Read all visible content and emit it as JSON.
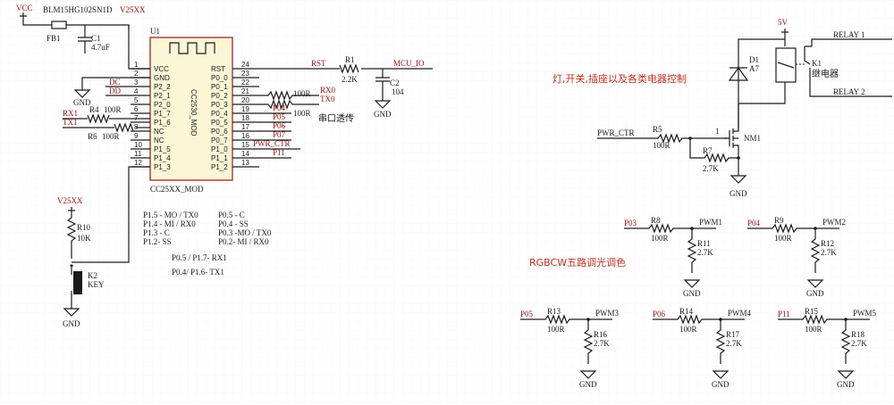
{
  "power": {
    "vcc": "VCC",
    "v25": "V25XX",
    "fb1_part": "BLM15HG102SN1D",
    "fb1_net": "V25XX",
    "fb1": "FB1",
    "c1": "C1",
    "c1_val": "4.7uF",
    "gnd": "GND",
    "v5": "5V"
  },
  "u1": {
    "ref": "U1",
    "body_text": "CC2530_MOD",
    "part": "CC25XX_MOD",
    "left_pins": [
      {
        "num": "1",
        "name": "VCC",
        "net": ""
      },
      {
        "num": "2",
        "name": "GND",
        "net": ""
      },
      {
        "num": "3",
        "name": "P2_2",
        "net": "DC"
      },
      {
        "num": "4",
        "name": "P2_1",
        "net": "DD"
      },
      {
        "num": "5",
        "name": "P2_0",
        "net": ""
      },
      {
        "num": "6",
        "name": "P1_7",
        "net": "RX1"
      },
      {
        "num": "7",
        "name": "P1_6",
        "net": "TX1"
      },
      {
        "num": "8",
        "name": "NC",
        "net": ""
      },
      {
        "num": "9",
        "name": "NC",
        "net": ""
      },
      {
        "num": "10",
        "name": "P1_5",
        "net": ""
      },
      {
        "num": "11",
        "name": "P1_4",
        "net": ""
      },
      {
        "num": "12",
        "name": "P1_3",
        "net": ""
      }
    ],
    "right_pins": [
      {
        "num": "24",
        "name": "RST",
        "net": "RST"
      },
      {
        "num": "23",
        "name": "P0_0",
        "net": ""
      },
      {
        "num": "22",
        "name": "P0_1",
        "net": ""
      },
      {
        "num": "21",
        "name": "P0_2",
        "net": "RX0"
      },
      {
        "num": "20",
        "name": "P0_3",
        "net": "TX0"
      },
      {
        "num": "19",
        "name": "P0_4",
        "net": "P04"
      },
      {
        "num": "18",
        "name": "P0_5",
        "net": "P05"
      },
      {
        "num": "17",
        "name": "P0_6",
        "net": "P06"
      },
      {
        "num": "16",
        "name": "P0_7",
        "net": "P07"
      },
      {
        "num": "15",
        "name": "P1_0",
        "net": "PWR_CTR"
      },
      {
        "num": "14",
        "name": "P1_1",
        "net": "P11"
      },
      {
        "num": "13",
        "name": "P1_2",
        "net": ""
      }
    ]
  },
  "res": {
    "r4": "R4",
    "r4_val": "100R",
    "r6": "R6",
    "r6_val": "100R",
    "r1": "R1",
    "r1_val": "2.2K",
    "c2": "C2",
    "c2_val": "104",
    "mcu_io": "MCU_IO",
    "r_rx": "100R",
    "r_tx": "100R",
    "uart_note": "串口透传",
    "r10": "R10",
    "r10_val": "10K",
    "k2": "K2",
    "k2_val": "KEY"
  },
  "pinmap": {
    "left": [
      "P1.5 - MO / TX0",
      "P1.4 - MI / RX0",
      "P1.3 - C",
      "P1.2- SS"
    ],
    "right": [
      "P0.5 - C",
      "P0.4 - SS",
      "P0.3 -MO / TX0",
      "P0.2- MI / RX0"
    ],
    "alt1": "P0.5 / P1.7- RX1",
    "alt2": "P0.4/ P1.6- TX1"
  },
  "relay": {
    "title": "灯,开关,插座以及各类电器控制",
    "d1": "D1",
    "d1_val": "A7",
    "k1": "K1",
    "k1_val": "继电器",
    "relay1": "RELAY 1",
    "relay2": "RELAY 2",
    "pwr_ctr": "PWR_CTR",
    "r5": "R5",
    "r5_val": "100R",
    "nm1": "NM1",
    "pin1": "1",
    "r7": "R7",
    "r7_val": "2.7K"
  },
  "rgbcw": {
    "title": "RGBCW五路调光调色",
    "channels": [
      {
        "net": "P03",
        "rs": "R8",
        "rs_val": "100R",
        "pwm": "PWM1",
        "rp": "R11",
        "rp_val": "2.7K"
      },
      {
        "net": "P04",
        "rs": "R9",
        "rs_val": "100R",
        "pwm": "PWM2",
        "rp": "R12",
        "rp_val": "2.7K"
      },
      {
        "net": "P05",
        "rs": "R13",
        "rs_val": "100R",
        "pwm": "PWM3",
        "rp": "R16",
        "rp_val": "2.7K"
      },
      {
        "net": "P06",
        "rs": "R14",
        "rs_val": "100R",
        "pwm": "PWM4",
        "rp": "R17",
        "rp_val": "2.7K"
      },
      {
        "net": "P11",
        "rs": "R15",
        "rs_val": "100R",
        "pwm": "PWM5",
        "rp": "R18",
        "rp_val": "2.7K"
      }
    ]
  }
}
